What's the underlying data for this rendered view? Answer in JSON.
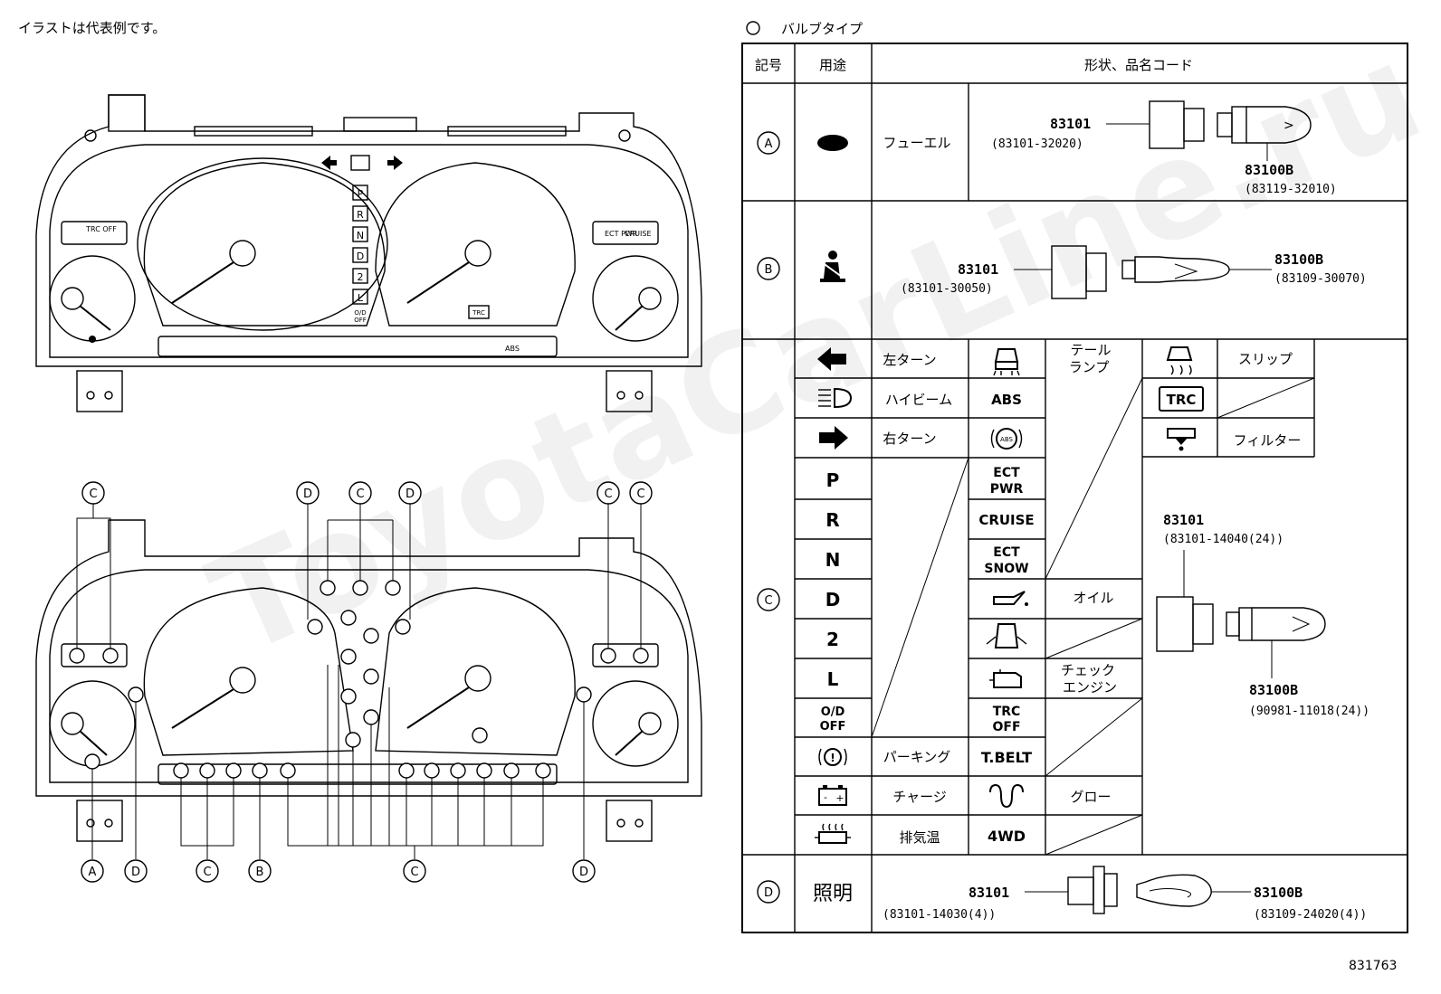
{
  "note": "イラストは代表例です。",
  "figure_number": "831763",
  "watermark": "ToyotaCarLine.ru",
  "cluster_top": {
    "trc_off": "TRC\nOFF",
    "ect_pwr": "ECT\nPWR",
    "cruise": "CRUISE",
    "shift": [
      "P",
      "R",
      "N",
      "D",
      "2",
      "L"
    ],
    "od_off": "O/D\nOFF",
    "trc_small": "TRC",
    "abs": "ABS"
  },
  "callouts": {
    "top": [
      "C",
      "D",
      "C",
      "D",
      "C",
      "C"
    ],
    "bottom": [
      "A",
      "D",
      "C",
      "B",
      "C",
      "D"
    ]
  },
  "table": {
    "title": "バルブタイプ",
    "headers": [
      "記号",
      "用途",
      "形状、品名コード"
    ],
    "row_a": {
      "symbol": "A",
      "use": "フューエル",
      "socket": "83101",
      "socket_code": "(83101-32020)",
      "bulb": "83100B",
      "bulb_code": "(83119-32010)"
    },
    "row_b": {
      "symbol": "B",
      "socket": "83101",
      "socket_code": "(83101-30050)",
      "bulb": "83100B",
      "bulb_code": "(83109-30070)"
    },
    "row_c": {
      "symbol": "C",
      "col1": [
        {
          "icon": "left-arrow",
          "label": "左ターン"
        },
        {
          "icon": "high-beam",
          "label": "ハイビーム"
        },
        {
          "icon": "right-arrow",
          "label": "右ターン"
        },
        {
          "text": "P"
        },
        {
          "text": "R"
        },
        {
          "text": "N"
        },
        {
          "text": "D"
        },
        {
          "text": "2"
        },
        {
          "text": "L"
        },
        {
          "text": "O/D\nOFF"
        },
        {
          "icon": "parking",
          "label": "パーキング"
        },
        {
          "icon": "battery",
          "label": "チャージ"
        },
        {
          "icon": "exhaust-temp",
          "label": "排気温"
        }
      ],
      "col2": [
        {
          "icon": "tail-lamp",
          "label": "テール\nランプ"
        },
        {
          "text": "ABS"
        },
        {
          "icon": "abs-circle"
        },
        {
          "text": "ECT\nPWR"
        },
        {
          "text": "CRUISE"
        },
        {
          "text": "ECT\nSNOW"
        },
        {
          "icon": "oil",
          "label": "オイル"
        },
        {
          "icon": "door"
        },
        {
          "icon": "engine",
          "label": "チェック\nエンジン"
        },
        {
          "text": "TRC\nOFF"
        },
        {
          "text": "T.BELT"
        },
        {
          "icon": "glow",
          "label": "グロー"
        },
        {
          "text": "4WD"
        }
      ],
      "col3": [
        {
          "icon": "slip",
          "label": "スリップ"
        },
        {
          "text": "TRC"
        },
        {
          "icon": "filter",
          "label": "フィルター"
        }
      ],
      "socket": "83101",
      "socket_code": "(83101-14040(24))",
      "bulb": "83100B",
      "bulb_code": "(90981-11018(24))"
    },
    "row_d": {
      "symbol": "D",
      "use": "照明",
      "socket": "83101",
      "socket_code": "(83101-14030(4))",
      "bulb": "83100B",
      "bulb_code": "(83109-24020(4))"
    }
  }
}
